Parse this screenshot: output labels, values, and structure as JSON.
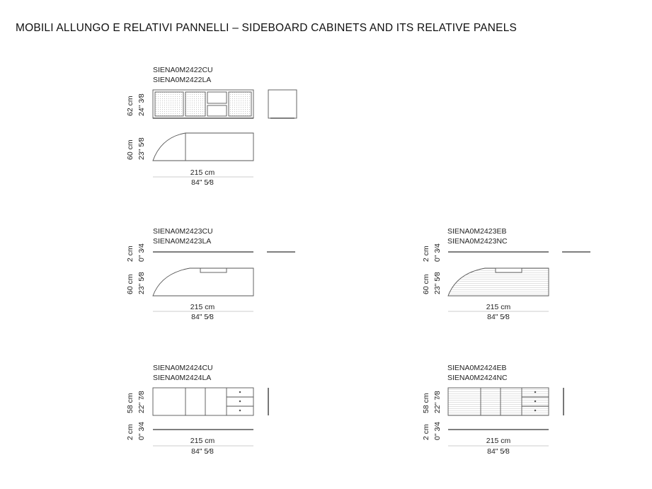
{
  "page": {
    "title": "MOBILI ALLUNGO E RELATIVI PANNELLI – SIDEBOARD CABINETS AND ITS RELATIVE PANELS"
  },
  "groups": [
    {
      "id": "m2422",
      "codes": [
        "SIENA0M2422CU",
        "SIENA0M2422LA"
      ],
      "height_cm": "62 cm",
      "height_in": "24\" 3⁄8",
      "depth_cm": "60 cm",
      "depth_in": "23\" 5⁄8",
      "width_cm": "215 cm",
      "width_in": "84\" 5⁄8"
    },
    {
      "id": "m2423-left",
      "codes": [
        "SIENA0M2423CU",
        "SIENA0M2423LA"
      ],
      "height_cm": "2 cm",
      "height_in": "0\" 3⁄4",
      "depth_cm": "60 cm",
      "depth_in": "23\" 5⁄8",
      "width_cm": "215 cm",
      "width_in": "84\" 5⁄8"
    },
    {
      "id": "m2423-right",
      "codes": [
        "SIENA0M2423EB",
        "SIENA0M2423NC"
      ],
      "height_cm": "2 cm",
      "height_in": "0\" 3⁄4",
      "depth_cm": "60 cm",
      "depth_in": "23\" 5⁄8",
      "width_cm": "215 cm",
      "width_in": "84\" 5⁄8"
    },
    {
      "id": "m2424-left",
      "codes": [
        "SIENA0M2424CU",
        "SIENA0M2424LA"
      ],
      "height_cm": "58 cm",
      "height_in": "22\" 7⁄8",
      "depth_cm": "2 cm",
      "depth_in": "0\" 3⁄4",
      "width_cm": "215 cm",
      "width_in": "84\" 5⁄8"
    },
    {
      "id": "m2424-right",
      "codes": [
        "SIENA0M2424EB",
        "SIENA0M2424NC"
      ],
      "height_cm": "58 cm",
      "height_in": "22\" 7⁄8",
      "depth_cm": "2 cm",
      "depth_in": "0\" 3⁄4",
      "width_cm": "215 cm",
      "width_in": "84\" 5⁄8"
    }
  ]
}
